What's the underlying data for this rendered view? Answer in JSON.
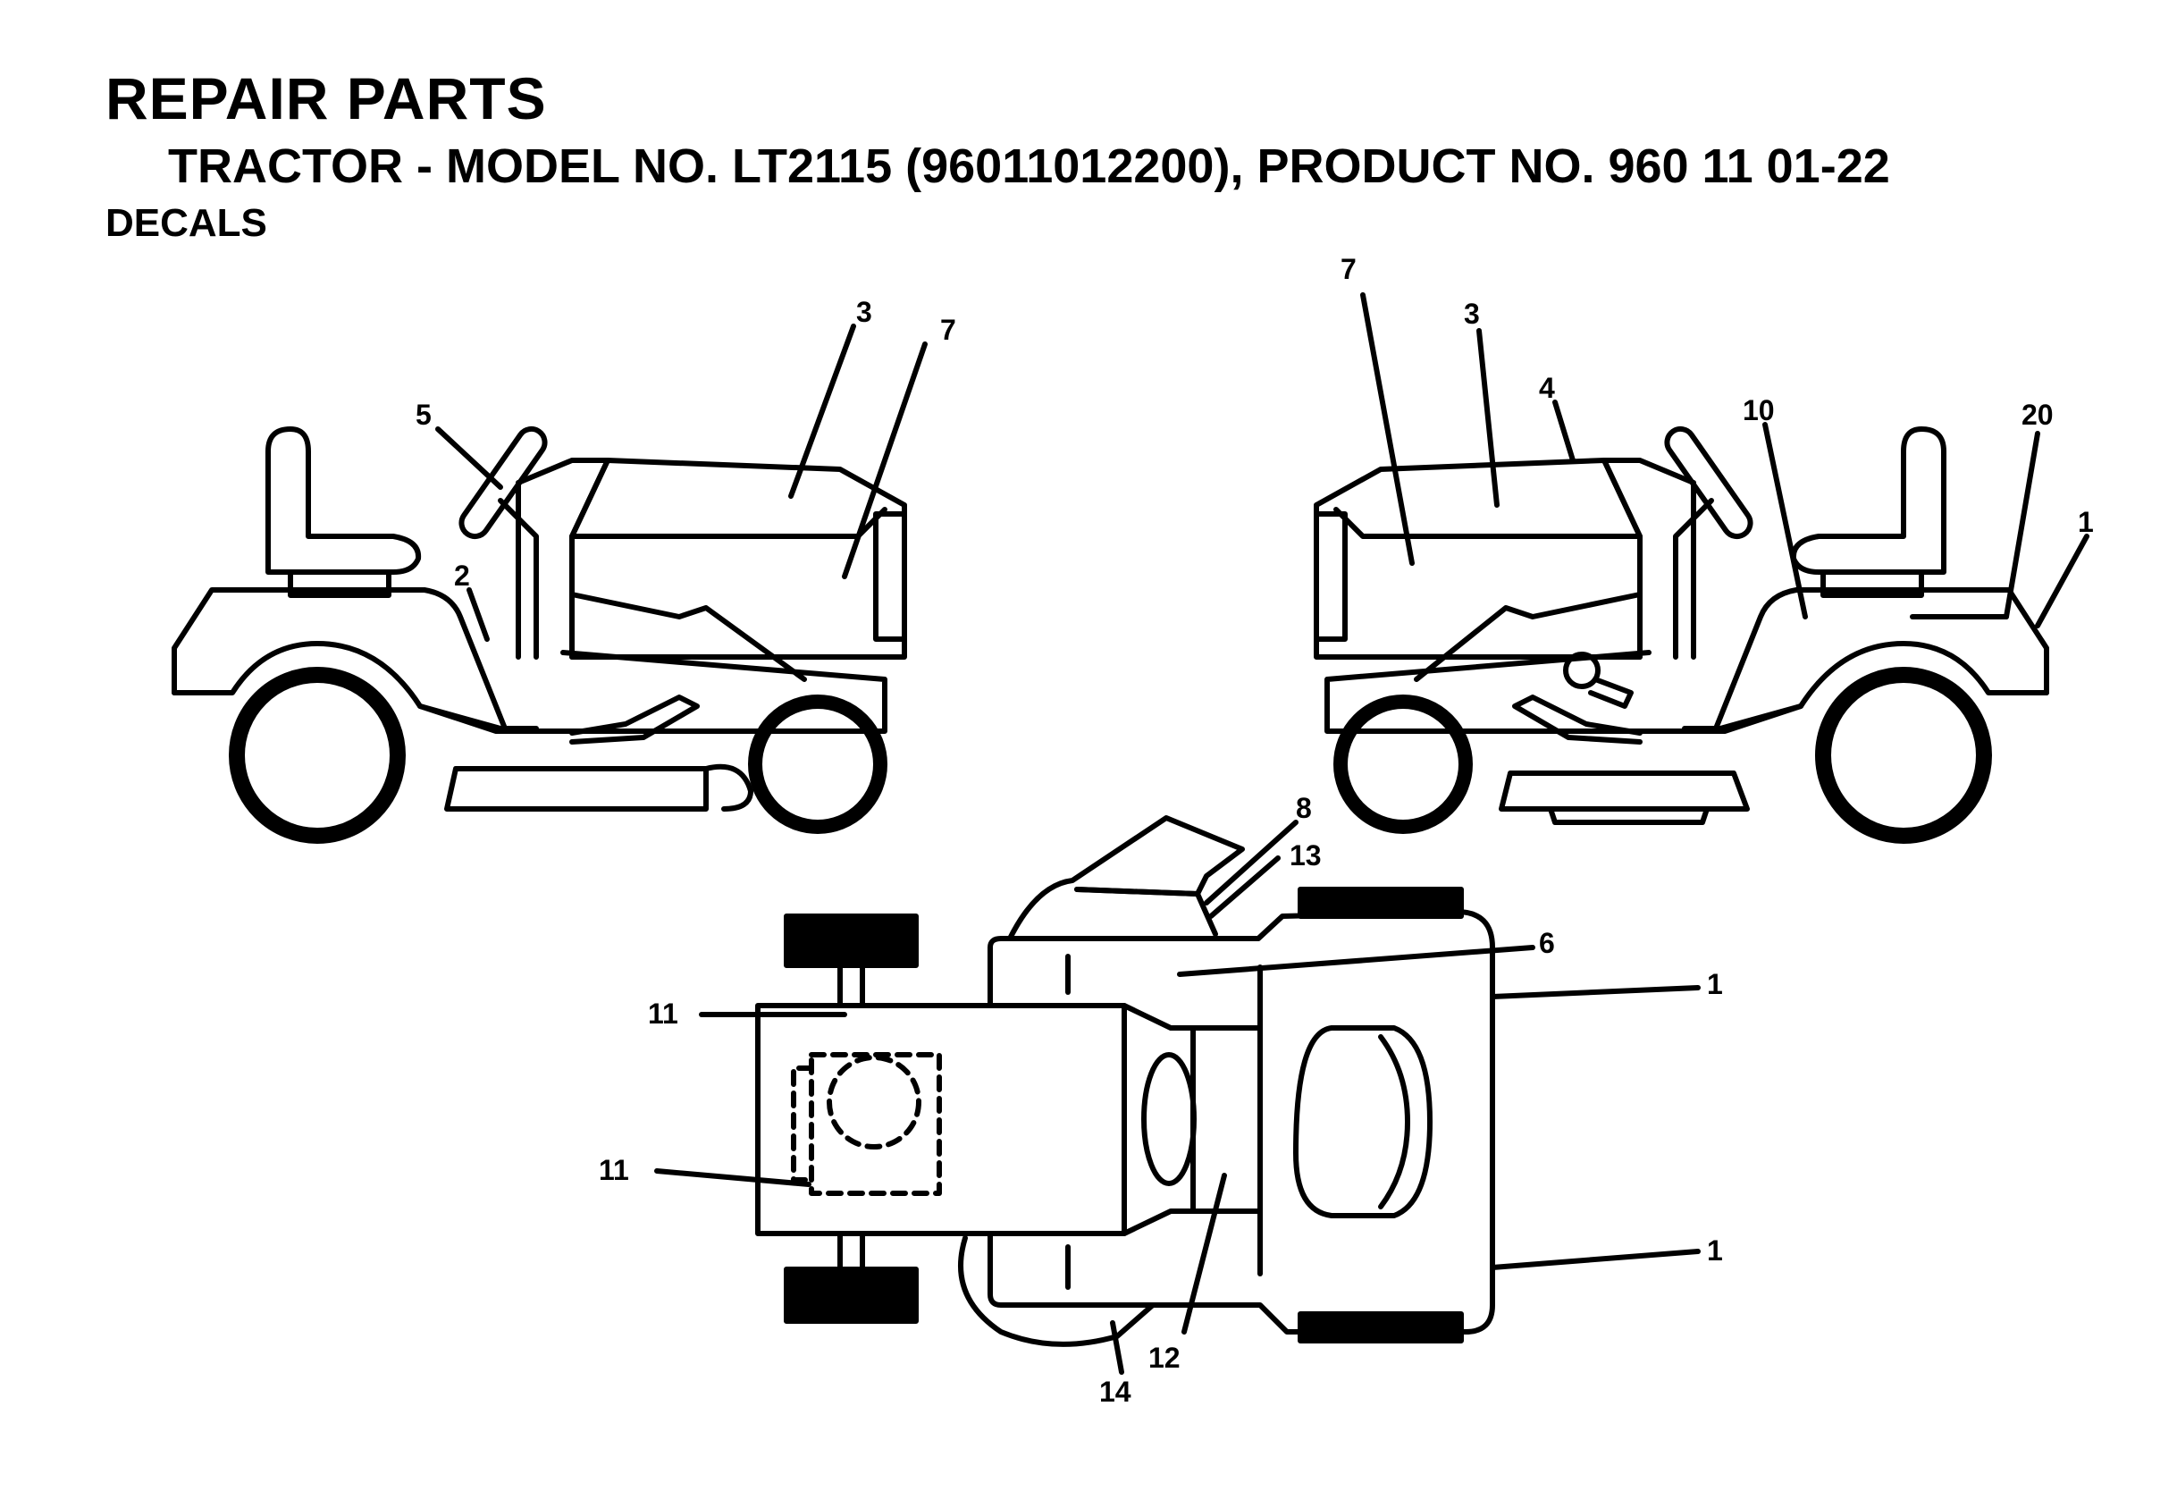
{
  "header": {
    "title": "REPAIR PARTS",
    "subtitle": "TRACTOR - MODEL NO. LT2115 (96011012200), PRODUCT NO. 960 11 01-22",
    "section": "DECALS"
  },
  "callouts": {
    "left_view": {
      "c3": "3",
      "c7": "7",
      "c5": "5",
      "c2": "2"
    },
    "right_view": {
      "c7": "7",
      "c3": "3",
      "c4": "4",
      "c10": "10",
      "c20": "20",
      "c1": "1"
    },
    "top_view": {
      "c8": "8",
      "c13": "13",
      "c6": "6",
      "c1a": "1",
      "c11a": "11",
      "c11b": "11",
      "c1b": "1",
      "c12": "12",
      "c14": "14"
    }
  },
  "colors": {
    "ink": "#000000",
    "paper": "#ffffff"
  }
}
